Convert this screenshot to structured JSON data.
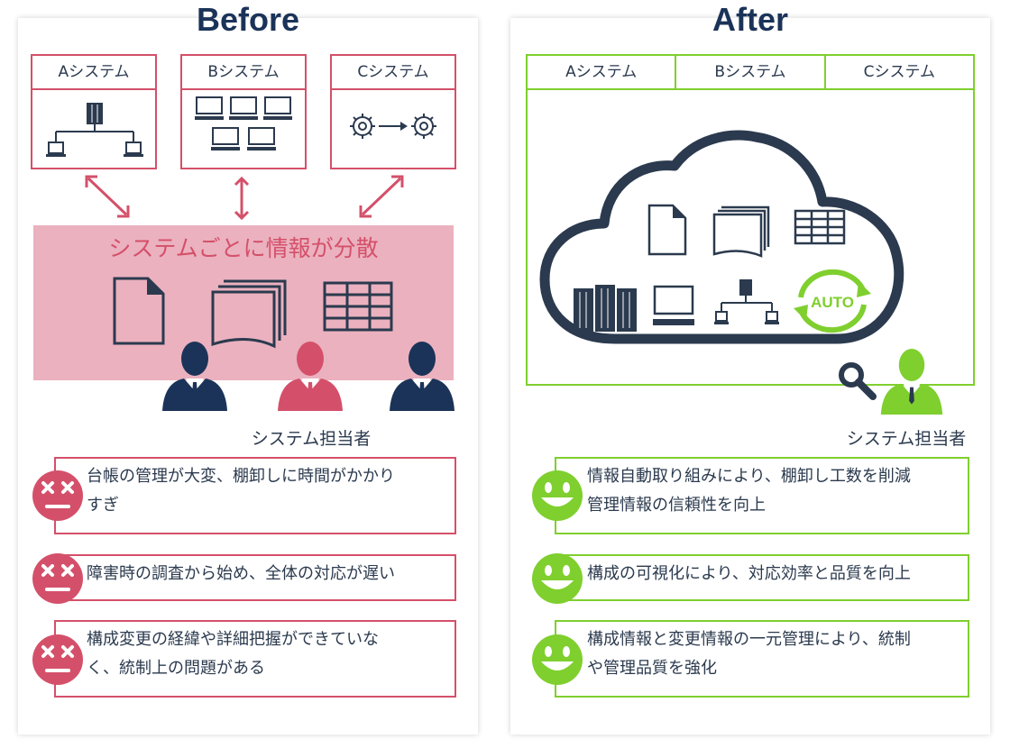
{
  "before": {
    "title": "Before",
    "systems": [
      {
        "label": "Aシステム",
        "icon": "server-network-icon"
      },
      {
        "label": "Bシステム",
        "icon": "monitors-icon"
      },
      {
        "label": "Cシステム",
        "icon": "gears-icon"
      }
    ],
    "band_title": "システムごとに情報が分散",
    "staff_label": "システム担当者",
    "issues": [
      "台帳の管理が大変、棚卸しに時間がかかり",
      "すぎ",
      "障害時の調査から始め、全体の対応が遅い",
      "構成変更の経緯や詳細把握ができていな",
      "く、統制上の問題がある"
    ]
  },
  "after": {
    "title": "After",
    "systems": [
      "Aシステム",
      "Bシステム",
      "Cシステム"
    ],
    "auto_label": "AUTO",
    "staff_label": "システム担当者",
    "benefits": [
      "情報自動取り組みにより、棚卸し工数を削減",
      "管理情報の信頼性を向上",
      "構成の可視化により、対応効率と品質を向上",
      "構成情報と変更情報の一元管理により、統制",
      "や管理品質を強化"
    ]
  },
  "colors": {
    "pink": "#d4506a",
    "pink_band": "#ebb1bf",
    "navy": "#1b3358",
    "green": "#7fcf2e"
  }
}
